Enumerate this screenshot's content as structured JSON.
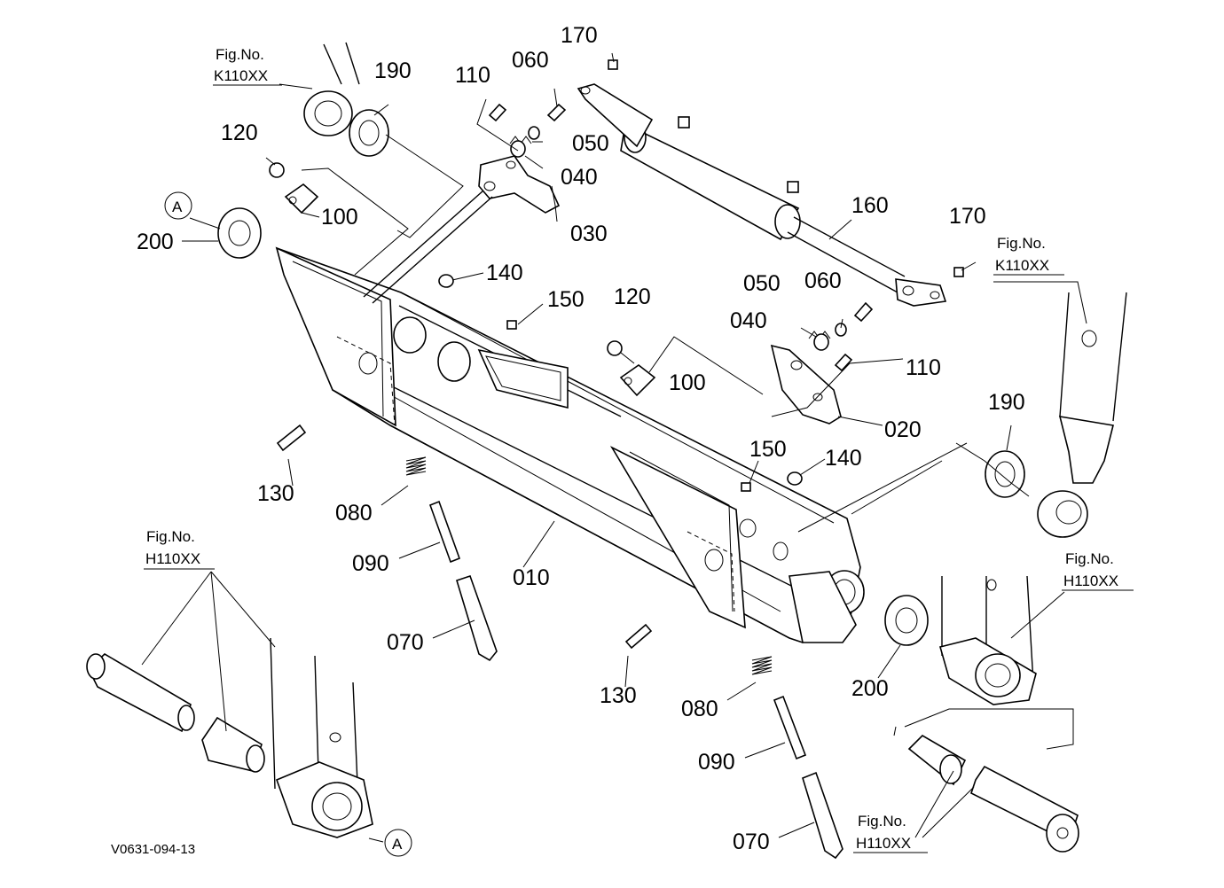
{
  "parts": {
    "p010": "010",
    "p020": "020",
    "p030": "030",
    "p040_a": "040",
    "p040_b": "040",
    "p050_a": "050",
    "p050_b": "050",
    "p060_a": "060",
    "p060_b": "060",
    "p070_a": "070",
    "p070_b": "070",
    "p080_a": "080",
    "p080_b": "080",
    "p090_a": "090",
    "p090_b": "090",
    "p100_a": "100",
    "p100_b": "100",
    "p110_a": "110",
    "p110_b": "110",
    "p120_a": "120",
    "p120_b": "120",
    "p130_a": "130",
    "p130_b": "130",
    "p140_a": "140",
    "p140_b": "140",
    "p150_a": "150",
    "p150_b": "150",
    "p160": "160",
    "p170_a": "170",
    "p170_b": "170",
    "p190_a": "190",
    "p190_b": "190",
    "p200_a": "200",
    "p200_b": "200"
  },
  "fig_refs": {
    "k_top_left": {
      "label": "Fig.No.",
      "code": "K110XX"
    },
    "k_right": {
      "label": "Fig.No.",
      "code": "K110XX"
    },
    "h_left": {
      "label": "Fig.No.",
      "code": "H110XX"
    },
    "h_right": {
      "label": "Fig.No.",
      "code": "H110XX"
    },
    "h_bottom_right": {
      "label": "Fig.No.",
      "code": "H110XX"
    }
  },
  "markers": {
    "a_top": "A",
    "a_bottom": "A"
  },
  "drawing_code": "V0631-094-13"
}
